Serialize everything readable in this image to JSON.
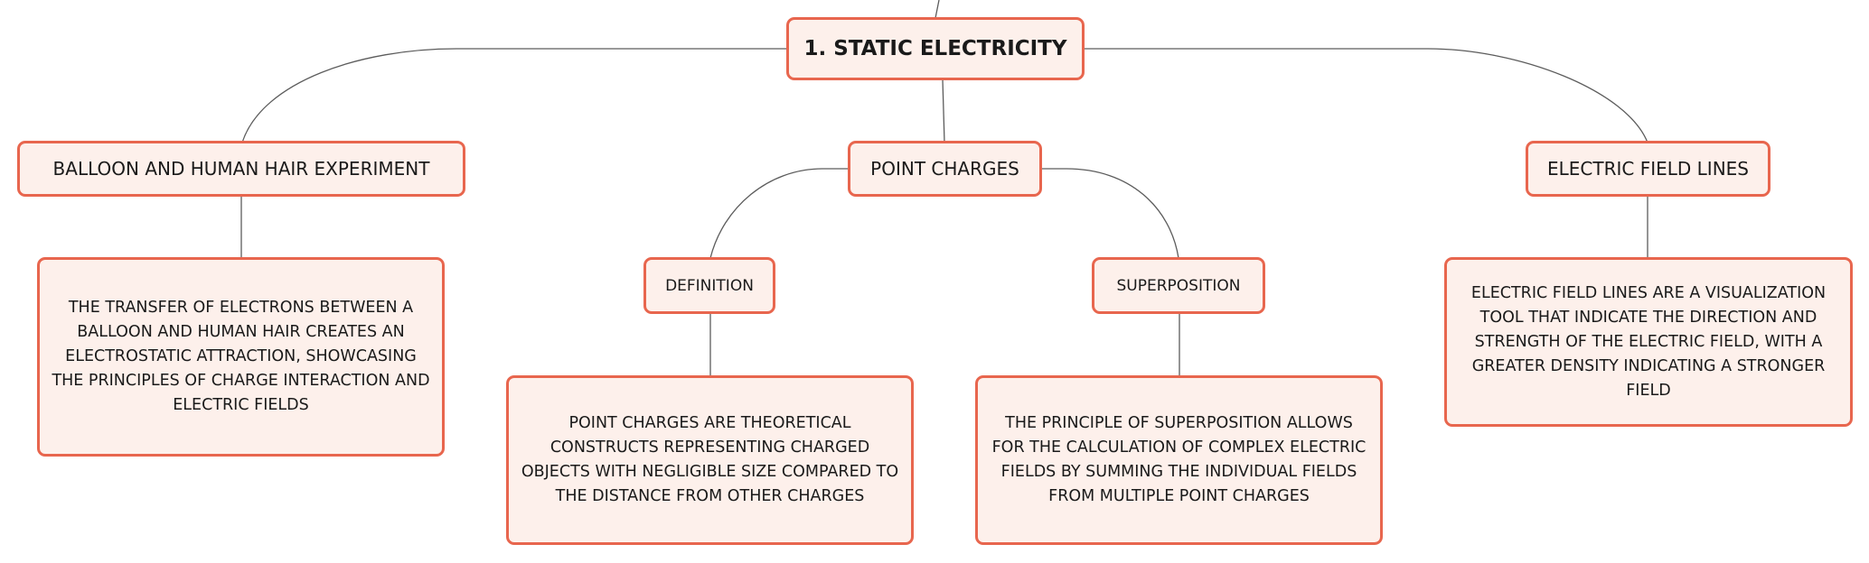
{
  "nodes": {
    "root": {
      "label": "1. STATIC ELECTRICITY"
    },
    "balloon": {
      "label": "BALLOON AND HUMAN HAIR EXPERIMENT",
      "description": "THE TRANSFER OF ELECTRONS BETWEEN A BALLOON AND HUMAN HAIR CREATES AN ELECTROSTATIC ATTRACTION, SHOWCASING THE PRINCIPLES OF CHARGE INTERACTION AND ELECTRIC FIELDS"
    },
    "point_charges": {
      "label": "POINT CHARGES",
      "definition": {
        "label": "DEFINITION",
        "description": "POINT CHARGES ARE THEORETICAL CONSTRUCTS REPRESENTING CHARGED OBJECTS WITH NEGLIGIBLE SIZE COMPARED TO THE DISTANCE FROM OTHER CHARGES"
      },
      "superposition": {
        "label": "SUPERPOSITION",
        "description": "THE PRINCIPLE OF SUPERPOSITION ALLOWS FOR THE CALCULATION OF COMPLEX ELECTRIC FIELDS BY SUMMING THE INDIVIDUAL FIELDS FROM MULTIPLE POINT CHARGES"
      }
    },
    "field_lines": {
      "label": "ELECTRIC FIELD LINES",
      "description": "ELECTRIC FIELD LINES ARE A VISUALIZATION TOOL THAT INDICATE THE DIRECTION AND STRENGTH OF THE ELECTRIC FIELD, WITH A GREATER DENSITY INDICATING A STRONGER FIELD"
    }
  },
  "colors": {
    "node_fill": "#fdf0eb",
    "node_border": "#e8664e",
    "connector": "#5c5c5c",
    "text": "#1a1a1a"
  }
}
